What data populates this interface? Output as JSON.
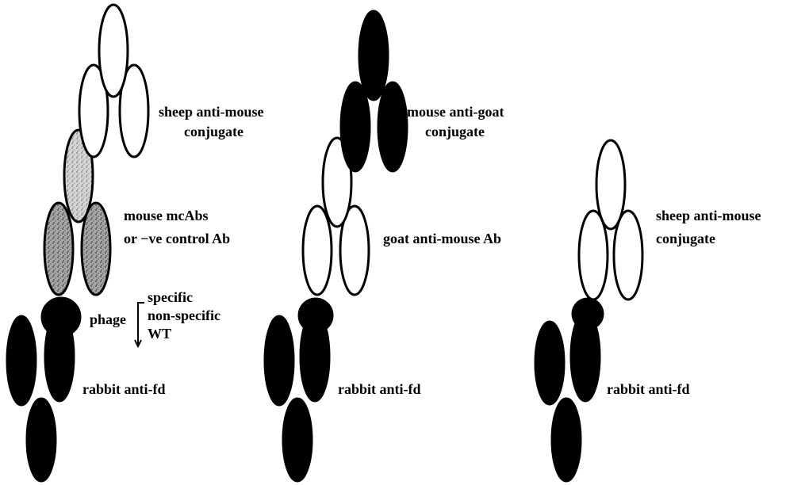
{
  "panel_left": {
    "conjugate_line1": "sheep anti-mouse",
    "conjugate_line2": "conjugate",
    "mcabs_line1": "mouse mcAbs",
    "mcabs_line2": "or −ve control Ab",
    "phage_label": "phage",
    "phage_options": [
      "specific",
      "non-specific",
      "WT"
    ],
    "base_label": "rabbit anti-fd"
  },
  "panel_middle": {
    "conjugate_line1": "mouse anti-goat",
    "conjugate_line2": "conjugate",
    "secondary_label": "goat anti-mouse Ab",
    "base_label": "rabbit anti-fd"
  },
  "panel_right": {
    "conjugate_line1": "sheep anti-mouse",
    "conjugate_line2": "conjugate",
    "base_label": "rabbit anti-fd"
  },
  "colors": {
    "black_antibody": "#000000",
    "white_antibody": "#ffffff",
    "speckled_antibody": "#b8b8b8"
  }
}
